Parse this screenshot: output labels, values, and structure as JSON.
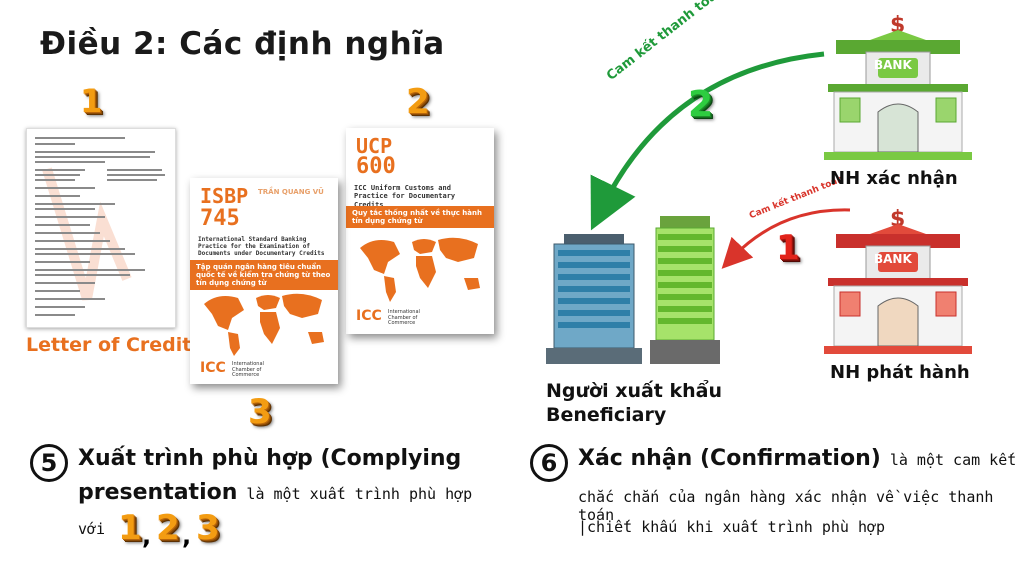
{
  "title": "Điều 2: Các định nghĩa",
  "markers": {
    "m1": "1",
    "m2": "2",
    "m3": "3",
    "arrow_green_num": "2",
    "arrow_red_num": "1"
  },
  "lc": {
    "label": "Letter of Credit"
  },
  "isbp": {
    "code1": "ISBP",
    "code2": "745",
    "stamp": "TRẦN QUANG VŨ",
    "subtitle": "International Standard Banking Practice for the Examination of Documents under Documentary Credits",
    "band": "Tập quán ngân hàng tiêu chuẩn quốc tế về kiểm tra chứng từ theo tín dụng chứng từ",
    "icc": "ICC",
    "icc_sub": "International Chamber of Commerce"
  },
  "ucp": {
    "code1": "UCP",
    "code2": "600",
    "subtitle": "ICC Uniform Customs and Practice for Documentary Credits",
    "band": "Quy tắc thống nhất về thực hành tín dụng chứng từ",
    "icc": "ICC",
    "icc_sub": "International Chamber of Commerce"
  },
  "arrows": {
    "green_label": "Cam kết thanh toán",
    "red_label": "Cam kết thanh toán"
  },
  "banks": {
    "confirming": {
      "sign": "BANK",
      "label": "NH xác nhận"
    },
    "issuing": {
      "sign": "BANK",
      "label": "NH phát hành"
    }
  },
  "beneficiary": {
    "line1": "Người xuất khẩu",
    "line2": "Beneficiary"
  },
  "item5": {
    "num": "5",
    "head1": "Xuất trình phù hợp (Complying",
    "head2": "presentation",
    "body": " là một xuất trình phù hợp",
    "body2": "với",
    "refs": [
      "1",
      "2",
      "3"
    ]
  },
  "item6": {
    "num": "6",
    "head": "Xác nhận (Confirmation)",
    "body1": " là một cam kết",
    "body2": "chắc chắn của ngân hàng xác nhận về việc thanh toán",
    "body3": "|chiết khấu khi xuất trình phù hợp"
  },
  "colors": {
    "orange": "#e8701f",
    "green_arrow": "#1f9a3a",
    "red_arrow": "#d9342b",
    "bank_green": "#7ac943",
    "bank_red": "#e24a3b"
  }
}
